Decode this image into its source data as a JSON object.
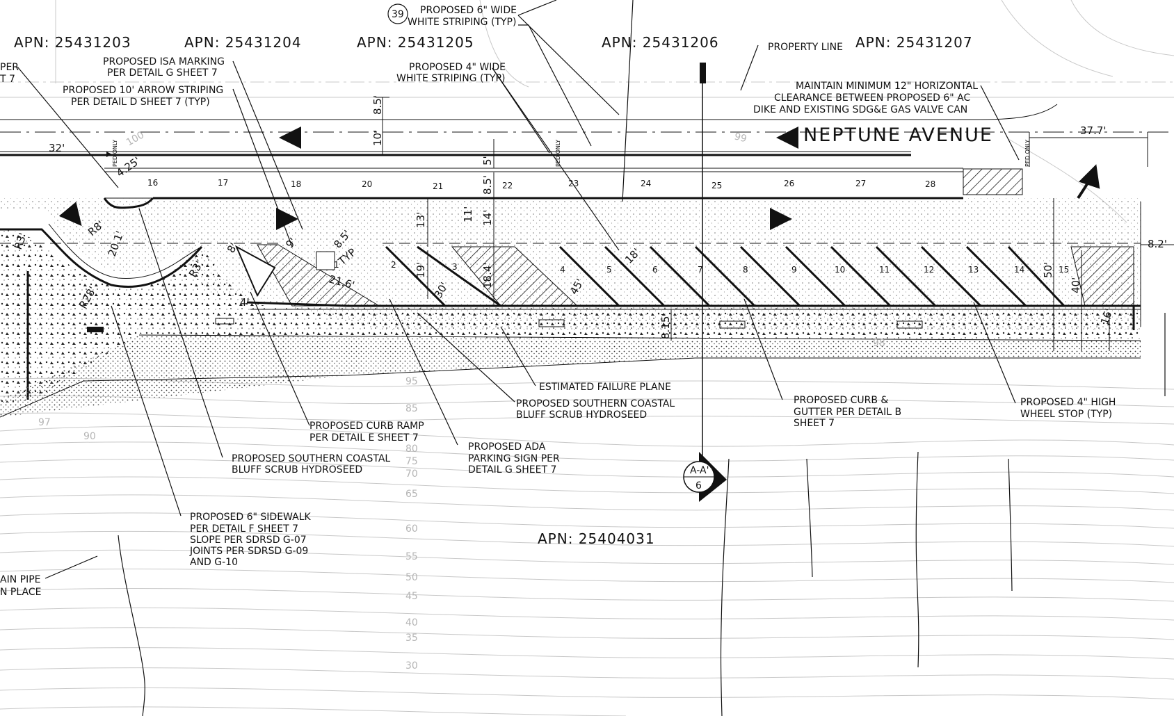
{
  "drawing": {
    "street_name": "NEPTUNE AVENUE",
    "parcels_north": [
      "APN:  25431203",
      "APN:  25431204",
      "APN:  25431205",
      "APN:  25431206",
      "APN:  25431207"
    ],
    "parcel_south": "APN:  25404031",
    "section_marker": {
      "label": "A-A'",
      "sheet": "6"
    },
    "keynote": "39",
    "ped_only": "PED ONLY"
  },
  "notes": {
    "white_striping_6": [
      "PROPOSED 6\" WIDE",
      "WHITE STRIPING (TYP)"
    ],
    "white_striping_4": [
      "PROPOSED 4\" WIDE",
      "WHITE STRIPING (TYP)"
    ],
    "property_line": "PROPERTY LINE",
    "isa_marking": [
      "PROPOSED ISA MARKING",
      "PER DETAIL G SHEET 7"
    ],
    "arrow_striping": [
      "PROPOSED 10' ARROW STRIPING",
      "PER DETAIL D SHEET 7 (TYP)"
    ],
    "clearance": [
      "MAINTAIN MINIMUM 12\" HORIZONTAL",
      "CLEARANCE BETWEEN PROPOSED 6\" AC",
      "DIKE AND EXISTING SDG&E GAS VALVE CAN"
    ],
    "left_partial_1": [
      "PER",
      "T 7"
    ],
    "failure_plane": "ESTIMATED FAILURE PLANE",
    "hydroseed_1": [
      "PROPOSED SOUTHERN COASTAL",
      "BLUFF SCRUB HYDROSEED"
    ],
    "curb_gutter": [
      "PROPOSED CURB &",
      "GUTTER PER DETAIL B",
      "SHEET 7"
    ],
    "wheel_stop": [
      "PROPOSED 4\" HIGH",
      "WHEEL STOP (TYP)"
    ],
    "curb_ramp": [
      "PROPOSED CURB RAMP",
      "PER DETAIL E SHEET 7"
    ],
    "ada_sign": [
      "PROPOSED ADA",
      "PARKING SIGN PER",
      "DETAIL G SHEET 7"
    ],
    "hydroseed_2": [
      "PROPOSED SOUTHERN COASTAL",
      "BLUFF SCRUB HYDROSEED"
    ],
    "sidewalk": [
      "PROPOSED 6\" SIDEWALK",
      "PER DETAIL F SHEET 7",
      "SLOPE PER SDRSD G-07",
      "JOINTS PER SDRSD G-09",
      "AND G-10"
    ],
    "drain_pipe": [
      "AIN PIPE",
      "N PLACE"
    ]
  },
  "dimensions": {
    "d_8_5_top": "8.5'",
    "d_10": "10'",
    "d_32": "32'",
    "d_5": "5'",
    "d_37_7": "37.7'",
    "d_4_25": "4.25'",
    "d_r8": "R8'",
    "d_r3_a": "R3'",
    "d_r3_b": "R3'",
    "d_r28": "R28'",
    "d_20_1": "20.1'",
    "d_8_5_mid": "8.5'",
    "d_14": "14'",
    "d_11": "11'",
    "d_13": "13'",
    "d_19": "19'",
    "d_18_4": "18.4'",
    "d_30": "30'",
    "d_45": "45'",
    "d_18": "18'",
    "d_8": "8'",
    "d_9": "9'",
    "d_8_5_typ": "8.5'",
    "d_typ": "TYP",
    "d_21_6": "21.6'",
    "d_4": "4'",
    "d_8_15": "8.15'",
    "d_50": "50'",
    "d_40": "40'",
    "d_8_2": "8.2'",
    "d_16": "16'"
  },
  "contour_labels": [
    "100",
    "99",
    "98",
    "97",
    "95",
    "90",
    "85",
    "80",
    "75",
    "70",
    "65",
    "60",
    "55",
    "50",
    "45",
    "40",
    "35",
    "30"
  ],
  "stall_numbers": [
    "1",
    "2",
    "3",
    "4",
    "5",
    "6",
    "7",
    "8",
    "9",
    "10",
    "11",
    "12",
    "13",
    "14",
    "15",
    "16",
    "17",
    "18",
    "20",
    "21",
    "22",
    "23",
    "24",
    "25",
    "26",
    "27",
    "28"
  ]
}
